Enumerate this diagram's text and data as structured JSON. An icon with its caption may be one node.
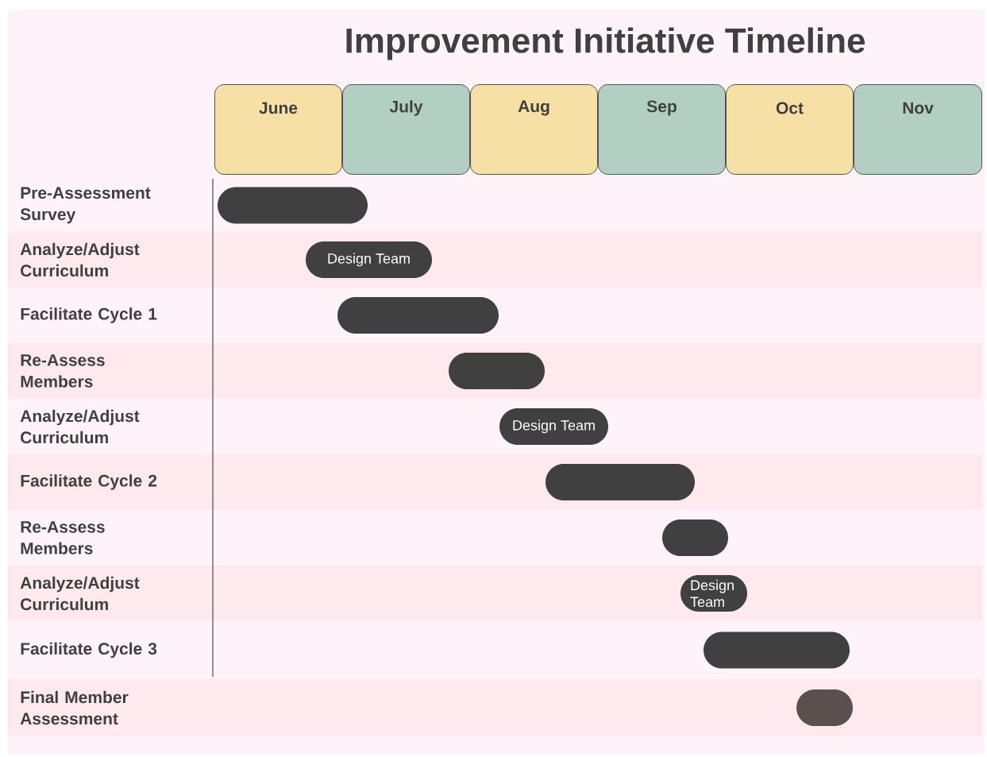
{
  "diagram": {
    "title": "Improvement Initiative Timeline",
    "nodes": [
      {
        "text": [
          "June"
        ]
      },
      {
        "text": [
          "July"
        ]
      },
      {
        "text": [
          "Aug"
        ]
      },
      {
        "text": [
          "Sep"
        ]
      },
      {
        "text": [
          "Oct"
        ]
      },
      {
        "text": [
          "Nov"
        ]
      },
      {
        "text": [],
        "shape": "bar"
      },
      {
        "text": [
          "Design Team"
        ]
      },
      {
        "text": [],
        "shape": "bar"
      },
      {
        "text": [],
        "shape": "bar"
      },
      {
        "text": [
          "Design Team"
        ]
      },
      {
        "text": [],
        "shape": "bar"
      },
      {
        "text": [],
        "shape": "bar"
      },
      {
        "text": [
          "Design Team"
        ]
      },
      {
        "text": [],
        "shape": "bar"
      },
      {
        "text": [],
        "shape": "bar"
      }
    ],
    "labels": [
      "Pre-Assessment Survey",
      "Analyze/Adjust Curriculum",
      "Facilitate Cycle 1",
      "Re-Assess Members",
      "Analyze/Adjust Curriculum",
      "Facilitate Cycle 2",
      "Re-Assess Members",
      "Analyze/Adjust Curriculum",
      "Facilitate Cycle 3",
      "Final Member Assessment"
    ]
  }
}
